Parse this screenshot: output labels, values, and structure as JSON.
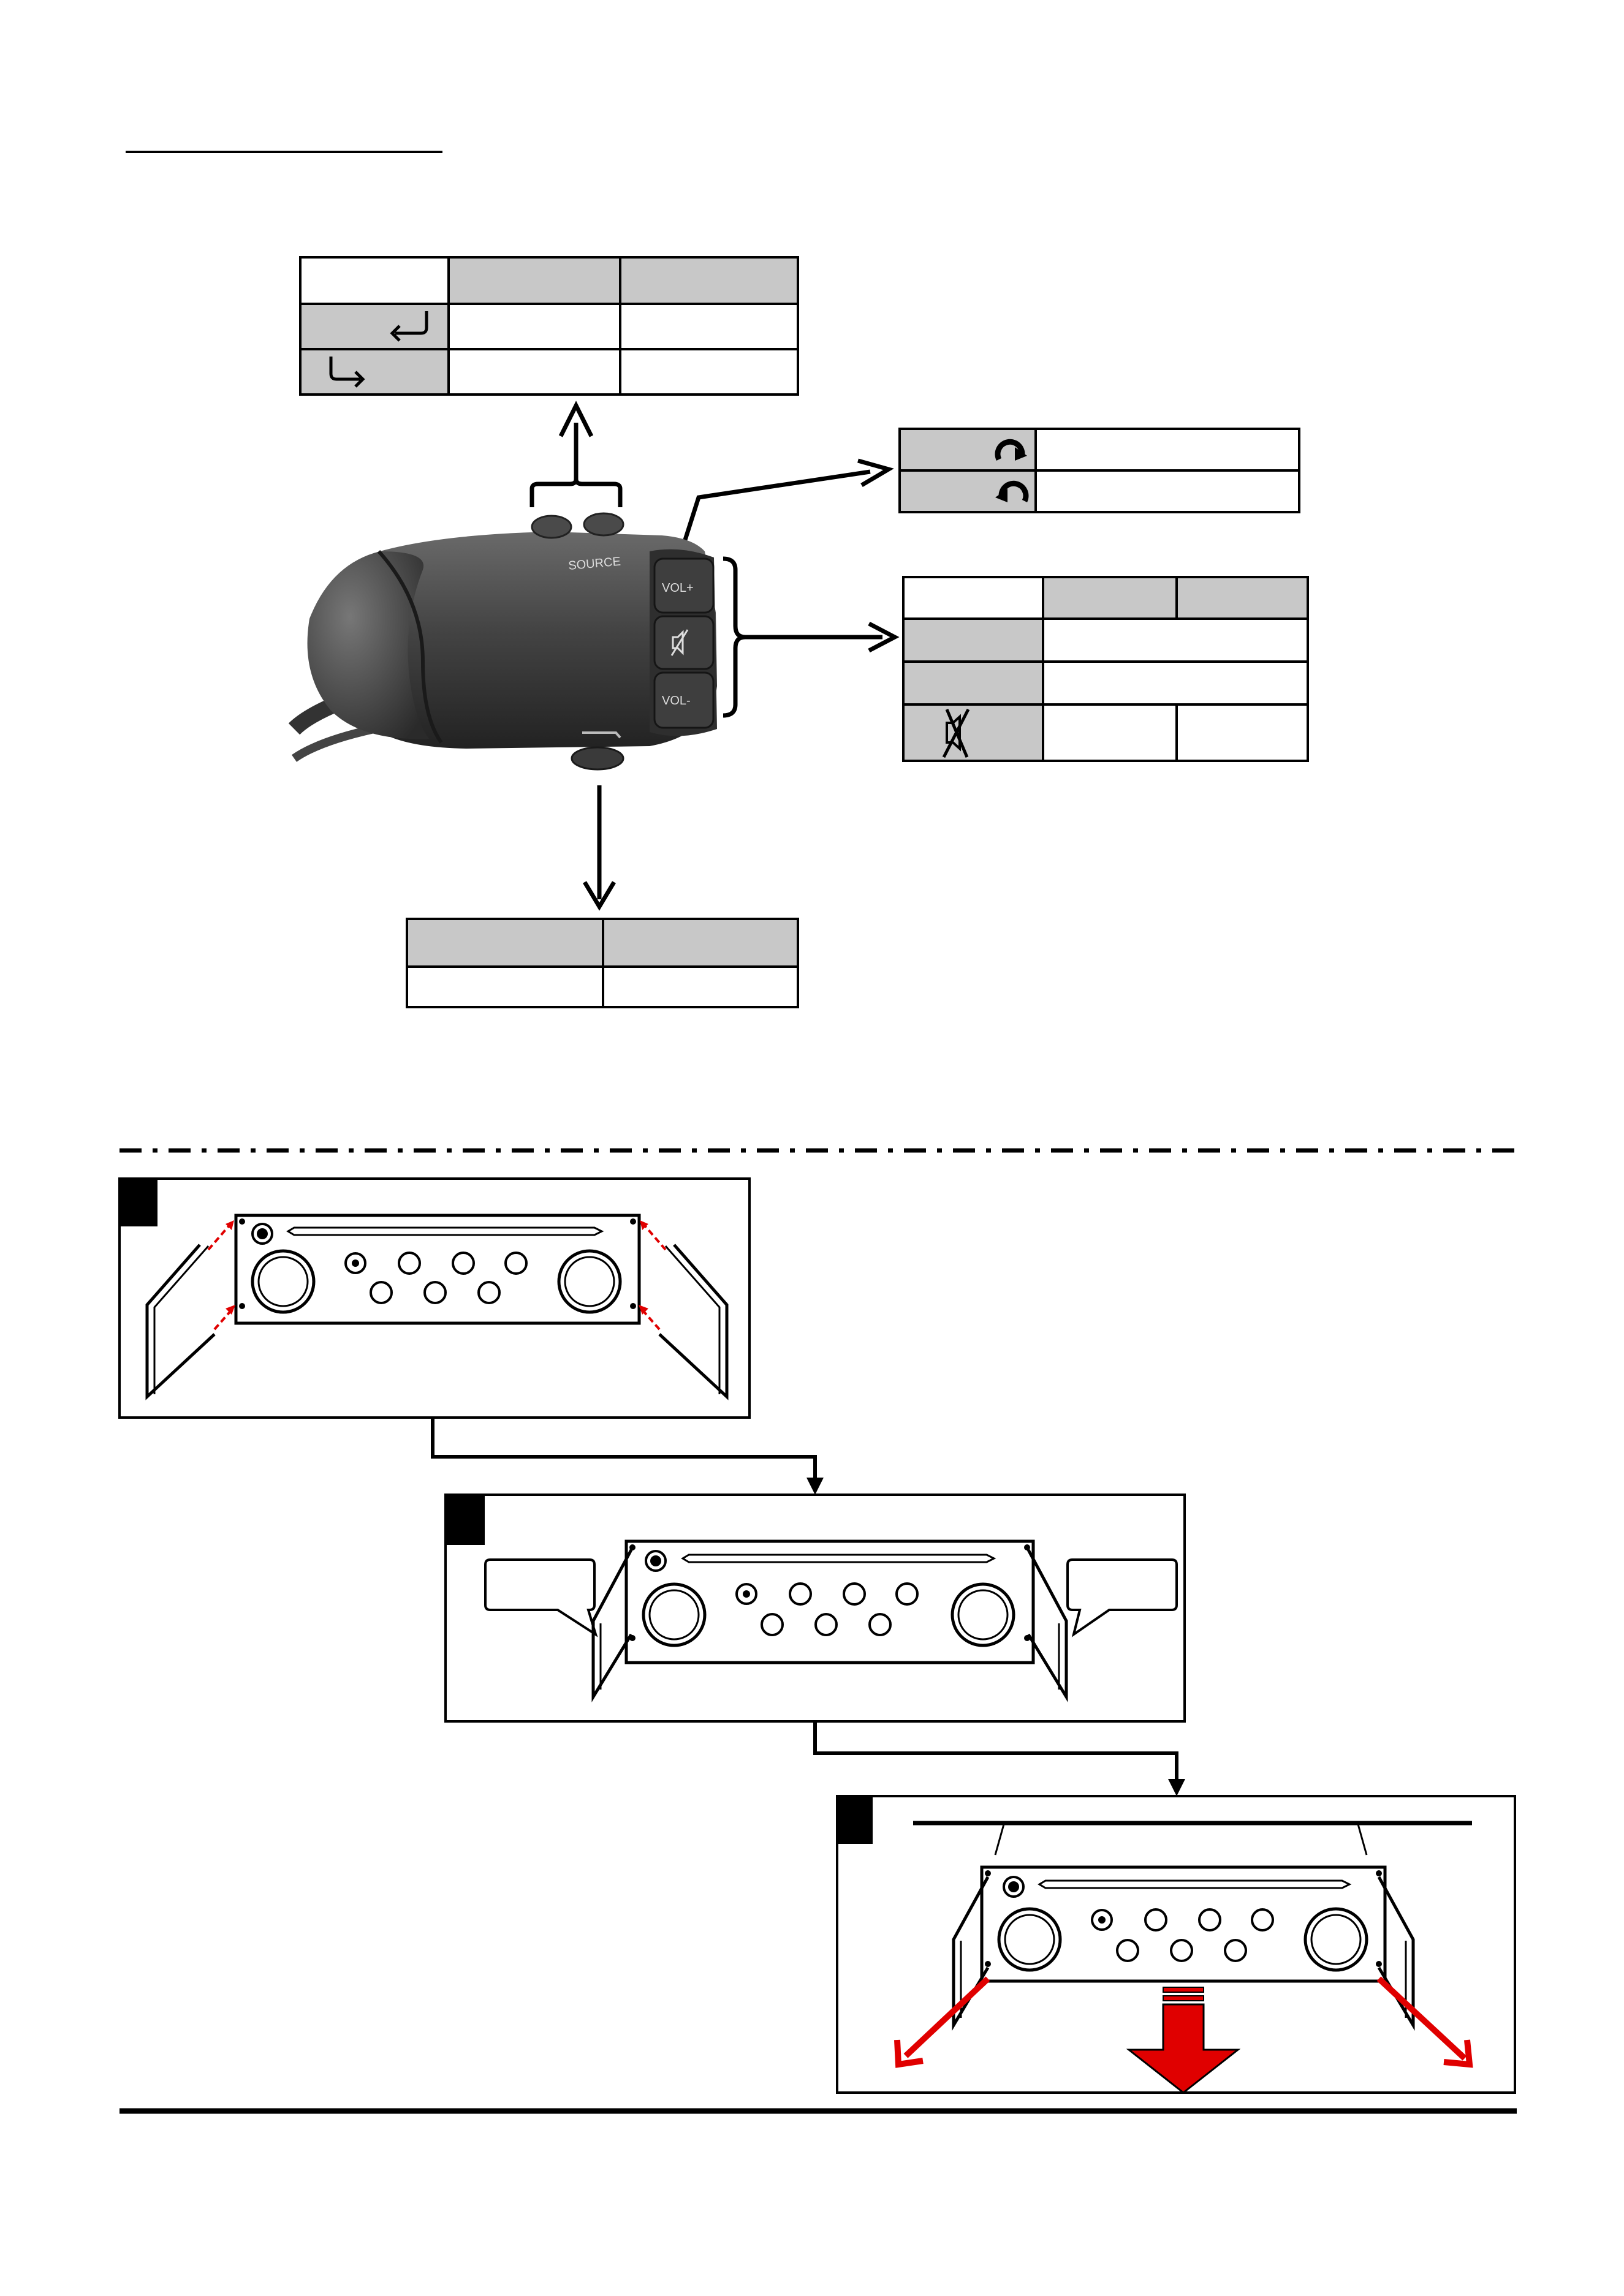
{
  "header": {
    "title": ""
  },
  "remote": {
    "source_label": "SOURCE",
    "vol_plus_label": "VOL+",
    "vol_minus_label": "VOL-"
  },
  "tables": {
    "source": {
      "rows": [
        {
          "icon": "return-arrow-icon"
        },
        {
          "icon": "forward-arrow-icon"
        }
      ]
    },
    "wheel": {
      "rows": [
        {
          "icon": "rotate-clockwise-icon"
        },
        {
          "icon": "rotate-counterclockwise-icon"
        }
      ]
    },
    "volume": {
      "rows": [
        {
          "icon": ""
        },
        {
          "icon": ""
        },
        {
          "icon": "mute-icon"
        }
      ]
    },
    "bottom": {}
  },
  "steps": [
    {
      "badge": ""
    },
    {
      "badge": ""
    },
    {
      "badge": ""
    }
  ],
  "colors": {
    "table_header": "#c8c8c8",
    "arrow_red": "#e00000",
    "badge": "#000000",
    "remote_body": "#3a3a3a"
  }
}
